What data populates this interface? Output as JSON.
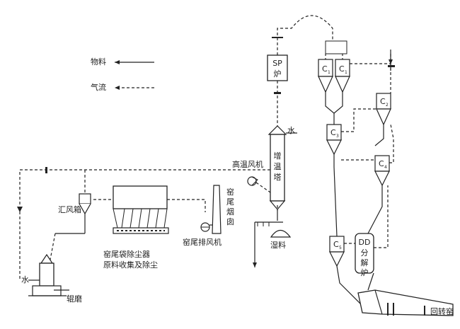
{
  "legend": {
    "material": "物料",
    "gas_flow": "气流"
  },
  "components": {
    "sp_furnace": {
      "line1": "SP",
      "line2": "炉"
    },
    "water_top": "水",
    "humidifier_tower": {
      "line1": "增",
      "line2": "温",
      "line3": "塔"
    },
    "high_temp_fan": "高温风机",
    "kiln_chimney": {
      "line1": "窑",
      "line2": "尾",
      "line3": "烟",
      "line4": "囱"
    },
    "kiln_exhaust_fan": "窑尾排风机",
    "wet_material": "湿料",
    "bag_filter_line1": "窑尾袋除尘器",
    "bag_filter_line2": "原料收集及除尘",
    "cyclone_collector": "汇风箱",
    "water_mill": "水",
    "roller_mill": "辊磨",
    "cyclones": {
      "c1a": {
        "main": "C",
        "sub": "1"
      },
      "c1b": {
        "main": "C",
        "sub": "1"
      },
      "c2": {
        "main": "C",
        "sub": "2"
      },
      "c3": {
        "main": "C",
        "sub": "3"
      },
      "c4": {
        "main": "C",
        "sub": "4"
      },
      "c5": {
        "main": "C",
        "sub": "5"
      }
    },
    "dd_calciner": {
      "line1": "DD",
      "line2": "分",
      "line3": "解",
      "line4": "炉"
    },
    "rotary_kiln": "回转窑"
  },
  "colors": {
    "ink": "#222222",
    "background": "#ffffff"
  }
}
